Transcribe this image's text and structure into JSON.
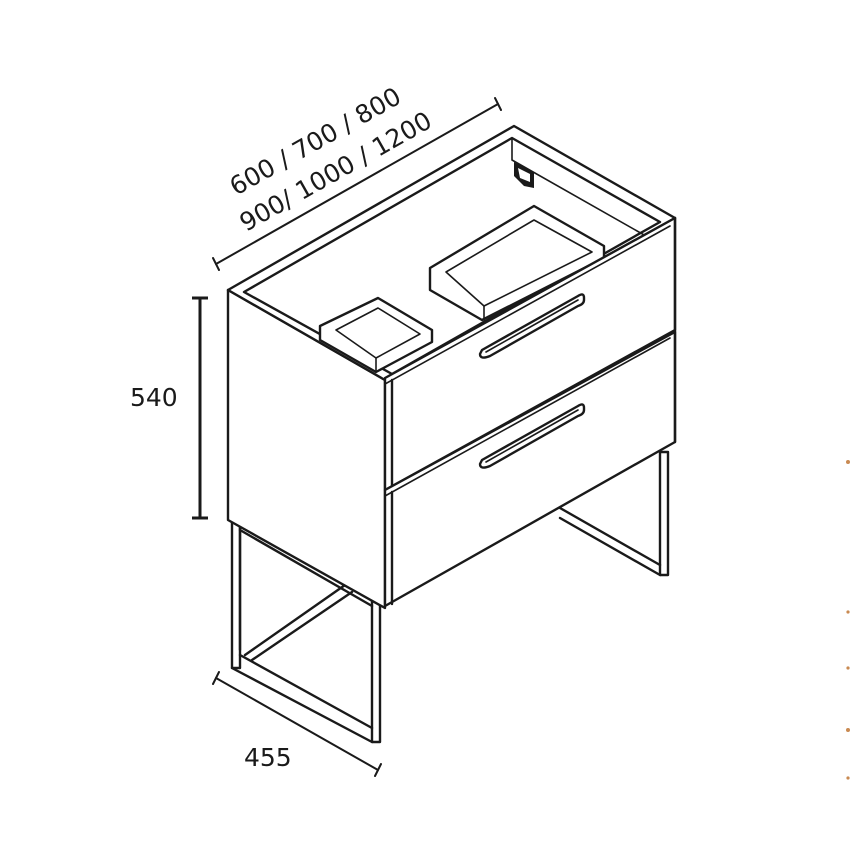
{
  "dimensions": {
    "width_line1": "600 / 700 / 800",
    "width_line2": "900/ 1000 / 1200",
    "height": "540",
    "depth": "455"
  },
  "colors": {
    "line": "#1a1a1a",
    "background": "#ffffff",
    "accent_dot": "#c98a52"
  },
  "icons": [
    "hinge-bracket-icon"
  ]
}
